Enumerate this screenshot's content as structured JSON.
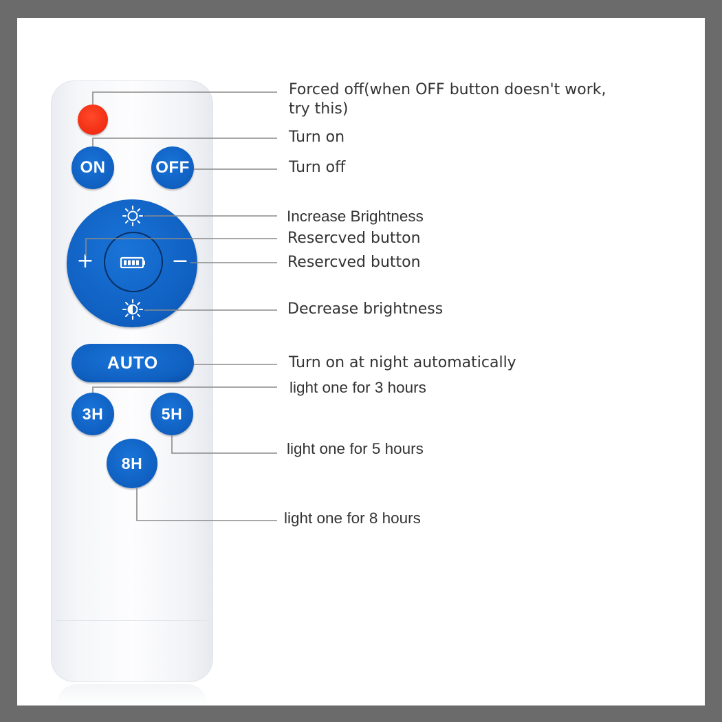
{
  "buttons": {
    "on": "ON",
    "off": "OFF",
    "plus": "+",
    "minus": "−",
    "auto": "AUTO",
    "h3": "3H",
    "h5": "5H",
    "h8": "8H"
  },
  "labels": {
    "forced_off_line1": "Forced off(when OFF button doesn't work,",
    "forced_off_line2": "try this)",
    "turn_on": "Turn on",
    "turn_off": "Turn off",
    "increase_brightness": "Increase Brightness",
    "reserved_1": "Resercved button",
    "reserved_2": "Resercved button",
    "decrease_brightness": "Decrease brightness",
    "auto_night": "Turn on at night automatically",
    "h3": "light one for 3 hours",
    "h5": "light one for 5 hours",
    "h8": "light one for 8 hours"
  },
  "colors": {
    "frame": "#6b6b6b",
    "button_blue": "#0f5fc0",
    "power_red": "#f02a10",
    "leader_line": "#8a8a8a",
    "text": "#333333"
  },
  "icons": [
    "sun-outline-icon",
    "battery-icon",
    "sun-half-icon"
  ]
}
